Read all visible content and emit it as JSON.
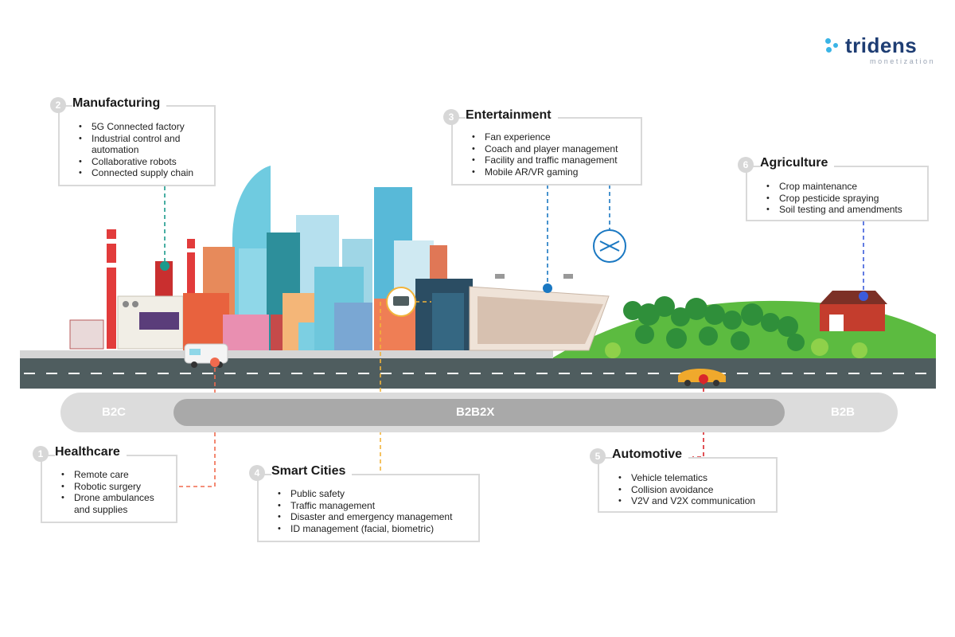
{
  "brand": {
    "name": "tridens",
    "tagline": "monetization"
  },
  "segments": {
    "left": "B2C",
    "center": "B2B2X",
    "right": "B2B"
  },
  "colors": {
    "healthcare": "#f06a4e",
    "manufacturing": "#1b9a8c",
    "entertainment": "#1a78c2",
    "smart_cities": "#f2b33a",
    "automotive": "#d9262b",
    "agriculture": "#3b5bdb",
    "road": "#4f5d5f",
    "grass": "#5cbb40"
  },
  "cards": {
    "healthcare": {
      "number": "1",
      "title": "Healthcare",
      "items": [
        "Remote care",
        "Robotic surgery",
        "Drone ambulances",
        "and supplies"
      ]
    },
    "manufacturing": {
      "number": "2",
      "title": "Manufacturing",
      "items": [
        "5G Connected factory",
        "Industrial control and",
        "automation",
        "Collaborative robots",
        "Connected supply chain"
      ]
    },
    "entertainment": {
      "number": "3",
      "title": "Entertainment",
      "items": [
        "Fan experience",
        "Coach and player management",
        "Facility and traffic management",
        "Mobile AR/VR gaming"
      ]
    },
    "smart_cities": {
      "number": "4",
      "title": "Smart Cities",
      "items": [
        "Public safety",
        "Traffic management",
        "Disaster and emergency management",
        "ID management (facial, biometric)"
      ]
    },
    "automotive": {
      "number": "5",
      "title": "Automotive",
      "items": [
        "Vehicle telematics",
        "Collision avoidance",
        "V2V and V2X communication"
      ]
    },
    "agriculture": {
      "number": "6",
      "title": "Agriculture",
      "items": [
        "Crop maintenance",
        "Crop pesticide spraying",
        "Soil testing and amendments"
      ]
    }
  }
}
